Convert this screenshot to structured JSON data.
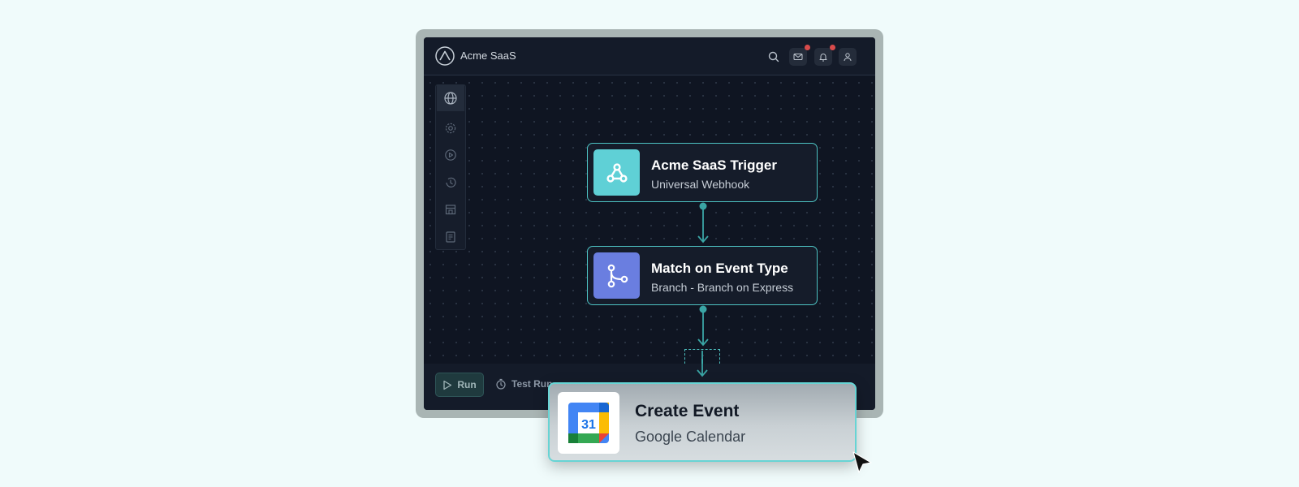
{
  "app": {
    "name": "Acme SaaS"
  },
  "topbar": {
    "icons": [
      "search-icon",
      "mail-icon",
      "bell-icon",
      "user-icon"
    ],
    "badge_color": "#d94b4b"
  },
  "sidebar": {
    "items": [
      {
        "icon": "globe-icon",
        "active": true
      },
      {
        "icon": "gear-icon",
        "active": false
      },
      {
        "icon": "play-icon",
        "active": false
      },
      {
        "icon": "history-icon",
        "active": false
      },
      {
        "icon": "store-icon",
        "active": false
      },
      {
        "icon": "document-icon",
        "active": false
      }
    ]
  },
  "flow": {
    "nodes": [
      {
        "title": "Acme SaaS Trigger",
        "subtitle": "Universal Webhook",
        "icon": "webhook-icon",
        "icon_color": "#5fd0d6"
      },
      {
        "title": "Match on Event Type",
        "subtitle": "Branch - Branch on Express",
        "icon": "branch-icon",
        "icon_color": "#6a7ee0"
      }
    ],
    "accent_color": "#4dc3c3"
  },
  "bottombar": {
    "run_label": "Run",
    "test_run_label": "Test Run"
  },
  "drag_card": {
    "title": "Create Event",
    "subtitle": "Google Calendar",
    "calendar_day": "31"
  }
}
